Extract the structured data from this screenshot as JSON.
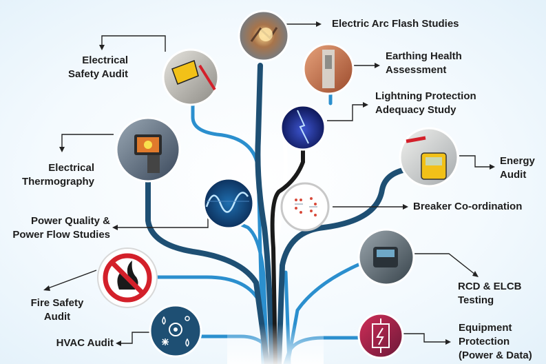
{
  "services": [
    {
      "id": "arc-flash",
      "label": [
        "Electric Arc Flash Studies"
      ]
    },
    {
      "id": "earthing",
      "label": [
        "Earthing Health",
        "Assessment"
      ]
    },
    {
      "id": "lightning",
      "label": [
        "Lightning Protection",
        "Adequacy Study"
      ]
    },
    {
      "id": "energy",
      "label": [
        "Energy",
        "Audit"
      ]
    },
    {
      "id": "breaker",
      "label": [
        "Breaker Co-ordination"
      ]
    },
    {
      "id": "rcd",
      "label": [
        "RCD & ELCB",
        "Testing"
      ]
    },
    {
      "id": "equipment",
      "label": [
        "Equipment",
        "Protection",
        "(Power & Data)"
      ]
    },
    {
      "id": "safety",
      "label": [
        "Electrical",
        "Safety Audit"
      ]
    },
    {
      "id": "thermo",
      "label": [
        "Electrical",
        "Thermography"
      ]
    },
    {
      "id": "power-quality",
      "label": [
        "Power Quality &",
        "Power Flow Studies"
      ]
    },
    {
      "id": "fire",
      "label": [
        "Fire Safety",
        "Audit"
      ]
    },
    {
      "id": "hvac",
      "label": [
        "HVAC Audit"
      ]
    }
  ],
  "colors": {
    "dark_blue": "#1e4f73",
    "light_blue": "#2b8fce",
    "black": "#1a1a1a",
    "white": "#ffffff",
    "red": "#d3202a"
  }
}
